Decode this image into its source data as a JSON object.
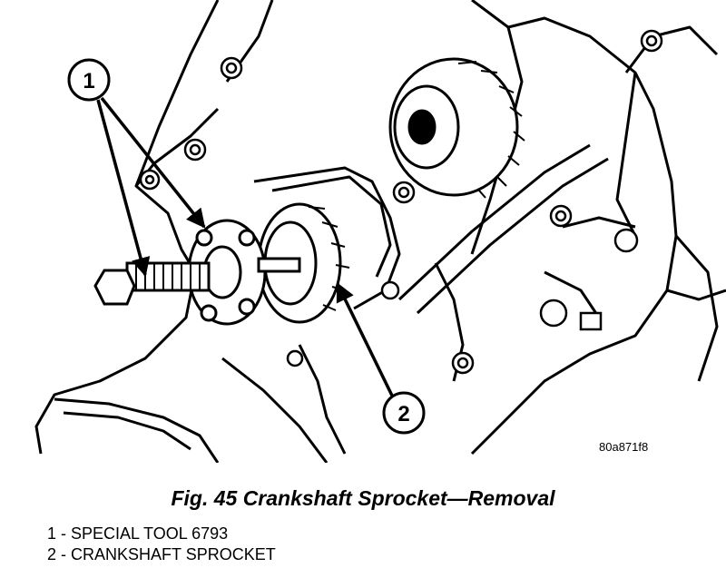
{
  "callouts": {
    "one": "1",
    "two": "2"
  },
  "reference_code": "80a871f8",
  "caption": "Fig. 45 Crankshaft Sprocket—Removal",
  "legend": [
    "1 - SPECIAL TOOL 6793",
    "2 - CRANKSHAFT SPROCKET"
  ]
}
